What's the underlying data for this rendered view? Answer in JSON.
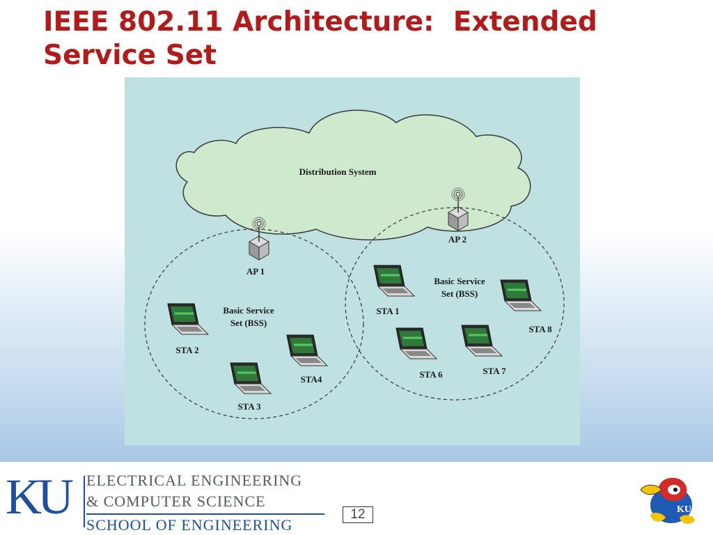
{
  "title": {
    "line1": "IEEE 802.11 Architecture:  Extended",
    "line2": "Service Set"
  },
  "diagram": {
    "distribution_system": "Distribution System",
    "access_points": [
      {
        "id": "ap1",
        "label": "AP 1"
      },
      {
        "id": "ap2",
        "label": "AP 2"
      }
    ],
    "bss_left": {
      "line1": "Basic Service",
      "line2": "Set (BSS)",
      "stations": [
        "STA 2",
        "STA 3",
        "STA4"
      ]
    },
    "bss_right": {
      "line1": "Basic Service",
      "line2": "Set (BSS)",
      "stations": [
        "STA 1",
        "STA 6",
        "STA 7",
        "STA 8"
      ]
    }
  },
  "footer": {
    "logo_text": "KU",
    "dept_line1": "ELECTRICAL ENGINEERING",
    "dept_line2": "& COMPUTER SCIENCE",
    "school": "SCHOOL OF ENGINEERING",
    "page_number": "12",
    "mascot": "jayhawk-mascot-icon"
  },
  "colors": {
    "title": "#b31b1b",
    "figure_bg": "#bfe1e2",
    "cloud": "#cfe9cf",
    "ku_blue": "#1c4fa0"
  }
}
